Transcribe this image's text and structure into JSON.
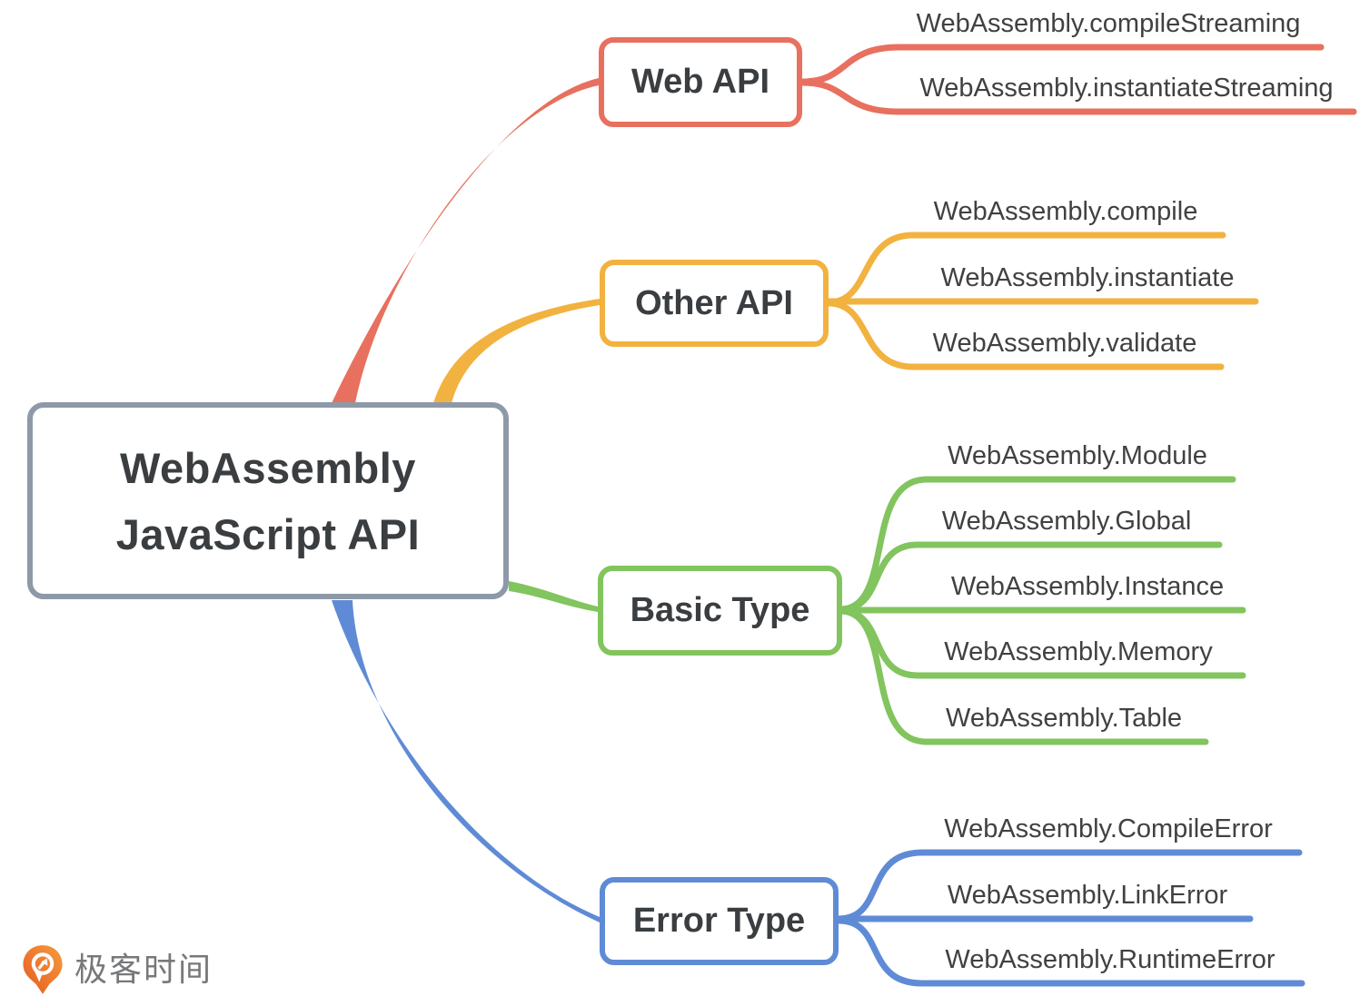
{
  "root": {
    "title_line1": "WebAssembly",
    "title_line2": "JavaScript API"
  },
  "branches": [
    {
      "id": "web-api",
      "label": "Web API",
      "color": "#e8705f",
      "children": [
        {
          "label": "WebAssembly.compileStreaming"
        },
        {
          "label": "WebAssembly.instantiateStreaming"
        }
      ]
    },
    {
      "id": "other-api",
      "label": "Other API",
      "color": "#f2b240",
      "children": [
        {
          "label": "WebAssembly.compile"
        },
        {
          "label": "WebAssembly.instantiate"
        },
        {
          "label": "WebAssembly.validate"
        }
      ]
    },
    {
      "id": "basic-type",
      "label": "Basic Type",
      "color": "#82c45e",
      "children": [
        {
          "label": "WebAssembly.Module"
        },
        {
          "label": "WebAssembly.Global"
        },
        {
          "label": "WebAssembly.Instance"
        },
        {
          "label": "WebAssembly.Memory"
        },
        {
          "label": "WebAssembly.Table"
        }
      ]
    },
    {
      "id": "error-type",
      "label": "Error Type",
      "color": "#5f8bd6",
      "children": [
        {
          "label": "WebAssembly.CompileError"
        },
        {
          "label": "WebAssembly.LinkError"
        },
        {
          "label": "WebAssembly.RuntimeError"
        }
      ]
    }
  ],
  "colors": {
    "root_border": "#8e99a8",
    "node_text": "#3a3e41",
    "leaf_text": "#414141",
    "logo_orange": "#ee7524",
    "logo_text": "#77787a",
    "canvas": "#ffffff"
  },
  "logo": {
    "text": "极客时间"
  }
}
